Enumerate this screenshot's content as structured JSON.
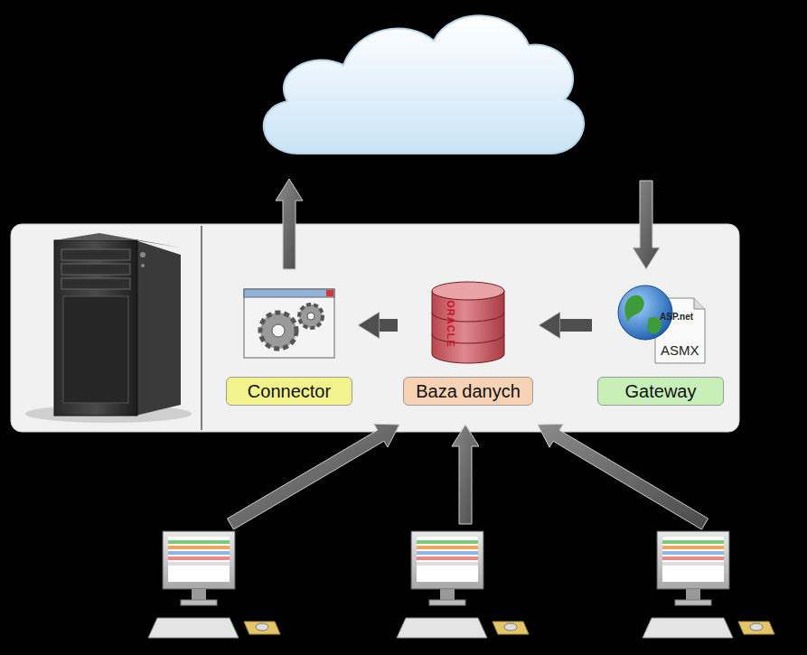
{
  "diagram": {
    "nodes": [
      {
        "text": [
          "Connector"
        ]
      },
      {
        "text": [
          "Baza danych"
        ]
      },
      {
        "text": [
          "Gateway"
        ]
      }
    ],
    "edges": [
      {
        "from": 2,
        "to": 1,
        "arrow": "to"
      },
      {
        "from": 1,
        "to": 0,
        "arrow": "to"
      }
    ],
    "labels": [
      "ORACLE",
      "ASP.net",
      "ASMX"
    ]
  }
}
